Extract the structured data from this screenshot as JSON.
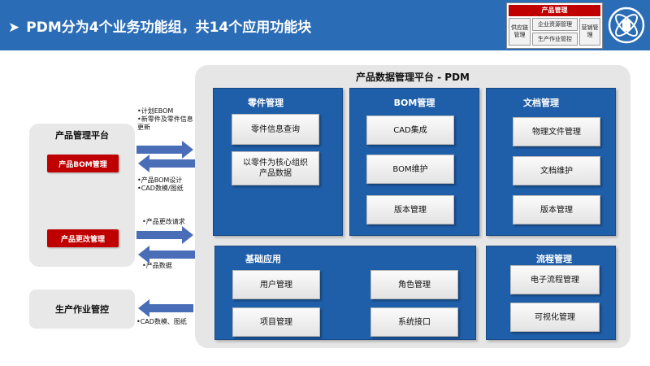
{
  "header": {
    "title": "PDM分为4个业务功能组，共14个应用功能块",
    "mini": {
      "head": "产品管理",
      "cells": [
        "供应链管理",
        "企业资源管理",
        "生产作业管控",
        "营销管理"
      ]
    }
  },
  "left": {
    "platform_title": "产品管理平台",
    "bom_button": "产品BOM管理",
    "change_button": "产品更改管理",
    "production": "生产作业管控",
    "notes": {
      "n1": "•计划EBOM",
      "n2": "•新零件及零件信息",
      "n3": "更新",
      "n4": "•产品BOM设计",
      "n5": "•CAD数模/图纸",
      "n6": "•产品更改请求",
      "n7": "•产品数据",
      "n8": "•CAD数模、图纸"
    }
  },
  "pdm": {
    "title": "产品数据管理平台 - PDM",
    "groups": {
      "parts": {
        "title": "零件管理",
        "items": [
          "零件信息查询",
          "以零件为核心组织\n产品数据"
        ]
      },
      "bom": {
        "title": "BOM管理",
        "items": [
          "CAD集成",
          "BOM维护",
          "版本管理"
        ]
      },
      "docs": {
        "title": "文档管理",
        "items": [
          "物理文件管理",
          "文档维护",
          "版本管理"
        ]
      },
      "base": {
        "title": "基础应用",
        "items": [
          "用户管理",
          "角色管理",
          "项目管理",
          "系统接口"
        ]
      },
      "flow": {
        "title": "流程管理",
        "items": [
          "电子流程管理",
          "可视化管理"
        ]
      }
    }
  },
  "colors": {
    "header_bg": "#2a6cb6",
    "group_bg": "#1f5ea8",
    "red": "#c00000",
    "arrow": "#4a6db8"
  }
}
